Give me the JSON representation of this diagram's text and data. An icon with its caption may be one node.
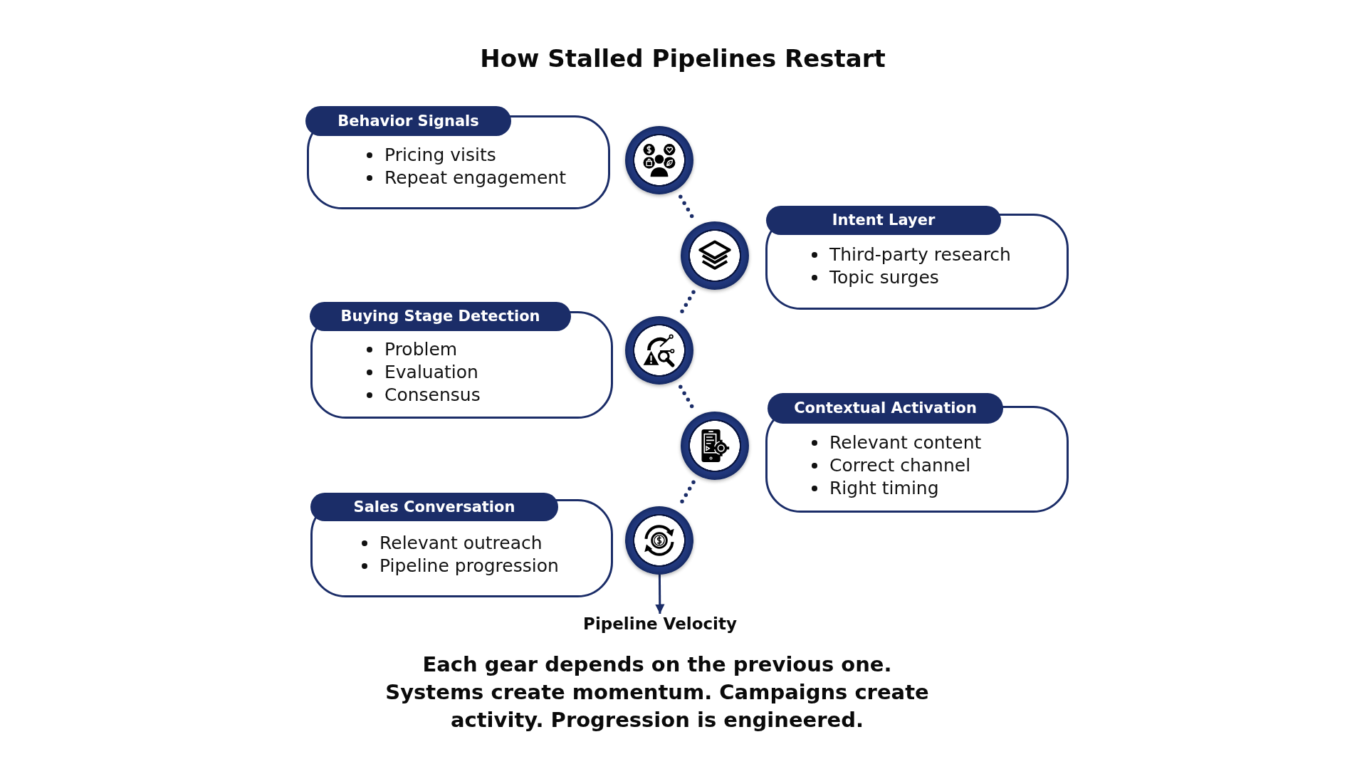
{
  "diagram": {
    "title": "How Stalled Pipelines Restart",
    "caption": "Each gear depends on the previous one. Systems create momentum. Campaigns create activity. Progression is engineered.",
    "nodes": [
      {
        "text": [
          "Behavior Signals",
          "Pricing visits",
          "Repeat engagement"
        ]
      },
      {
        "text": [],
        "shape": "circle"
      },
      {
        "text": [],
        "shape": "circle"
      },
      {
        "text": [
          "Intent Layer",
          "Third-party research",
          "Topic surges"
        ]
      },
      {
        "text": [
          "Buying Stage Detection",
          "Problem",
          "Evaluation",
          "Consensus"
        ]
      },
      {
        "text": [],
        "shape": "circle"
      },
      {
        "text": [],
        "shape": "circle"
      },
      {
        "text": [
          "Contextual Activation",
          "Relevant content",
          "Correct channel",
          "Right timing"
        ]
      },
      {
        "text": [
          "Sales Conversation",
          "Relevant outreach",
          "Pipeline progression"
        ]
      },
      {
        "text": [],
        "shape": "circle"
      },
      {
        "text": [
          "Pipeline Velocity"
        ]
      }
    ],
    "edges": [
      {
        "from": 1,
        "to": 2,
        "arrow": "none",
        "style": "dashed"
      },
      {
        "from": 2,
        "to": 5,
        "arrow": "none",
        "style": "dashed"
      },
      {
        "from": 5,
        "to": 6,
        "arrow": "none",
        "style": "dashed"
      },
      {
        "from": 6,
        "to": 9,
        "arrow": "none",
        "style": "dashed"
      },
      {
        "from": 9,
        "to": 10,
        "arrow": "to"
      }
    ]
  }
}
